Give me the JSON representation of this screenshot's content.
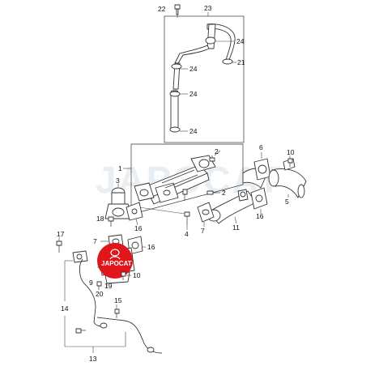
{
  "callouts": {
    "c1": "1",
    "c2": "2",
    "c3": "3",
    "c4": "4",
    "c5": "5",
    "c6": "6",
    "c7a": "7",
    "c7b": "7",
    "c9": "9",
    "c10a": "10",
    "c10b": "10",
    "c11": "11",
    "c13": "13",
    "c14": "14",
    "c15": "15",
    "c16a": "16",
    "c16b": "16",
    "c17": "17",
    "c18": "18",
    "c19": "19",
    "c20": "20",
    "c21": "21",
    "c22": "22",
    "c23": "23",
    "c24a": "24",
    "c24b": "24",
    "c24c": "24",
    "c24d": "24"
  },
  "watermark": "JAPOCAT",
  "logo": {
    "text": "JAPOCAT",
    "color": "#e0161c"
  },
  "colors": {
    "line": "#333333",
    "watermark": "#e9eef2"
  }
}
